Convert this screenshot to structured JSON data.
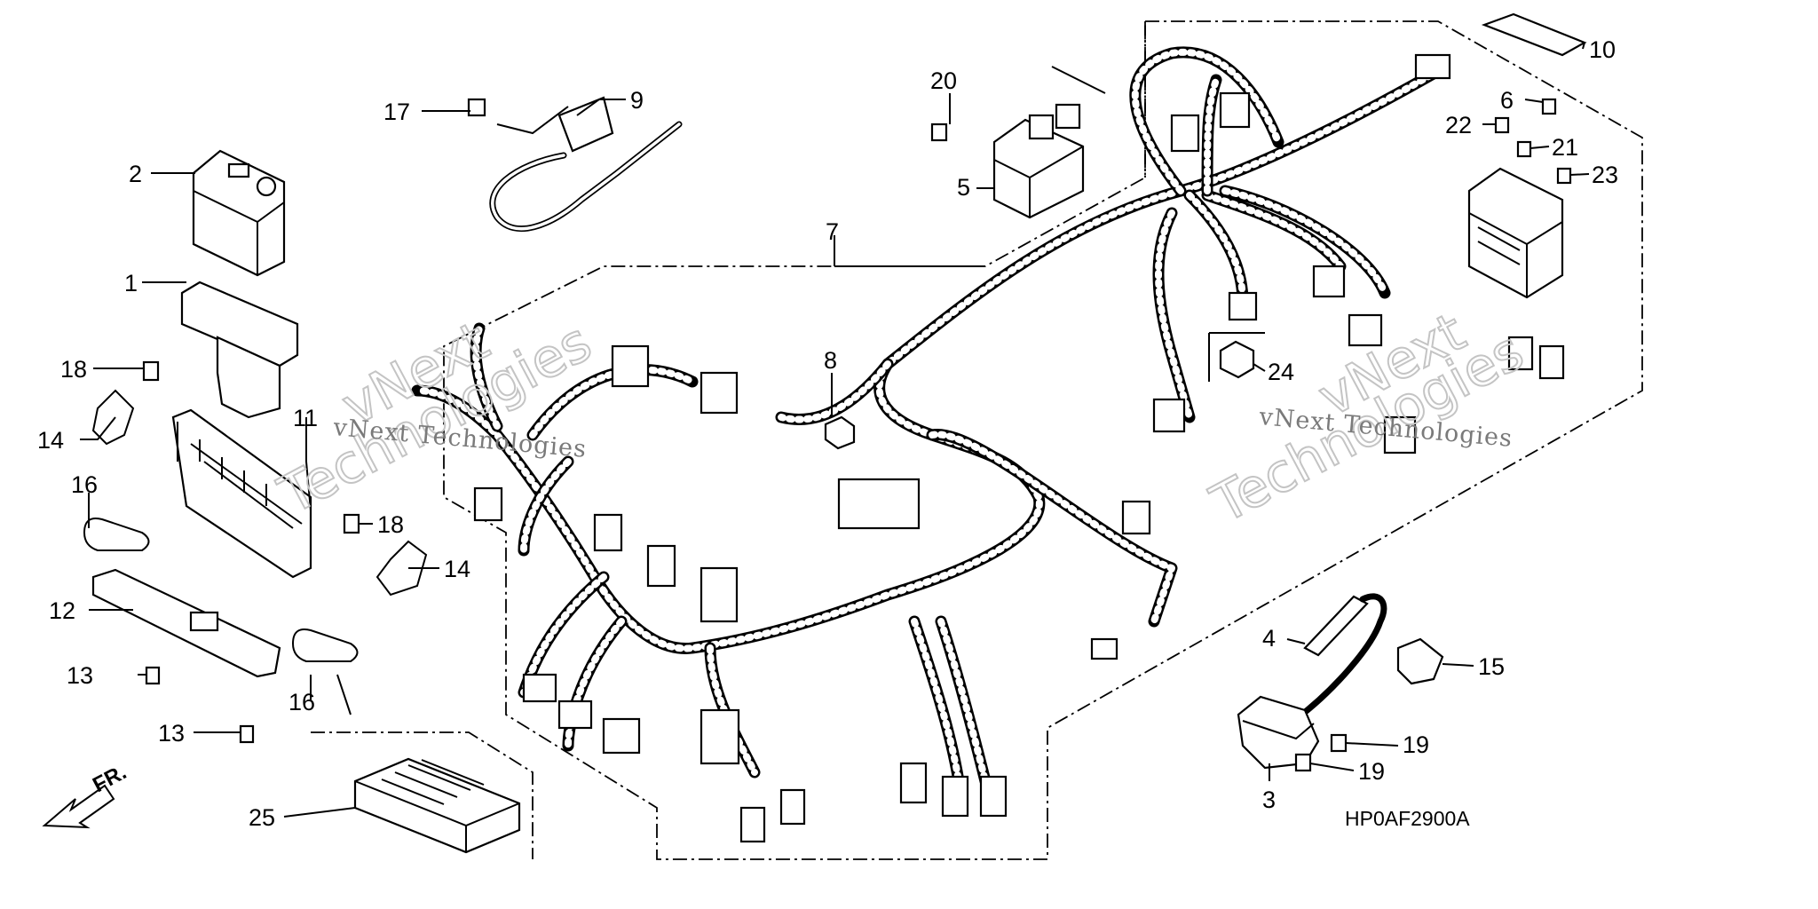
{
  "figure_code": "HP0AF2900A",
  "direction_label": "FR.",
  "watermark": {
    "line1": "vNext",
    "line2": "Technologies",
    "small": "vNext Technologies"
  },
  "callouts": {
    "p1": "1",
    "p2": "2",
    "p3": "3",
    "p4": "4",
    "p5": "5",
    "p6": "6",
    "p7": "7",
    "p8": "8",
    "p9": "9",
    "p10": "10",
    "p11": "11",
    "p12": "12",
    "p13a": "13",
    "p13b": "13",
    "p14a": "14",
    "p14b": "14",
    "p15": "15",
    "p16a": "16",
    "p16b": "16",
    "p17": "17",
    "p18a": "18",
    "p18b": "18",
    "p19a": "19",
    "p19b": "19",
    "p20": "20",
    "p21": "21",
    "p22": "22",
    "p23": "23",
    "p24": "24",
    "p25": "25"
  },
  "icons": {
    "arrow": "front-direction-arrow-icon",
    "harness": "wire-harness-icon",
    "connector": "connector-icon",
    "bolt": "bolt-icon",
    "relay": "relay-icon"
  }
}
